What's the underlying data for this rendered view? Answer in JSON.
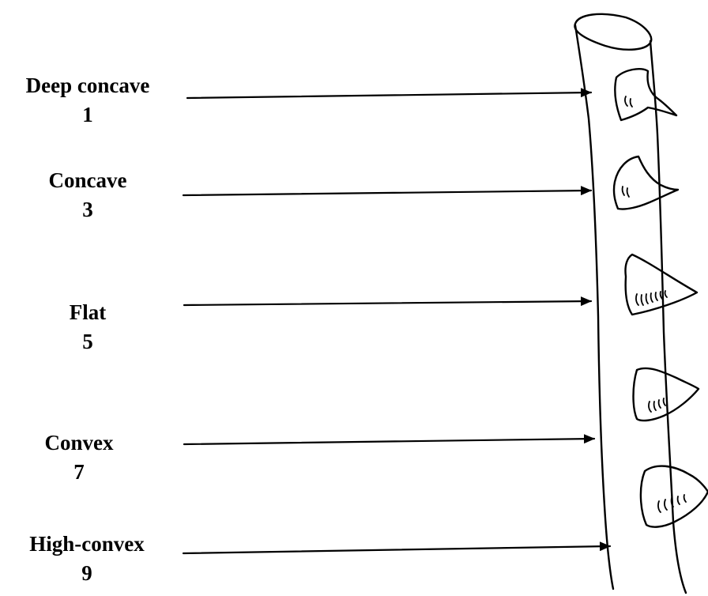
{
  "labels": [
    {
      "name": "Deep concave",
      "score": "1"
    },
    {
      "name": "Concave",
      "score": "3"
    },
    {
      "name": "Flat",
      "score": "5"
    },
    {
      "name": "Convex",
      "score": "7"
    },
    {
      "name": "High-convex",
      "score": "9"
    }
  ],
  "colors": {
    "ink": "#000000",
    "background": "#ffffff"
  }
}
